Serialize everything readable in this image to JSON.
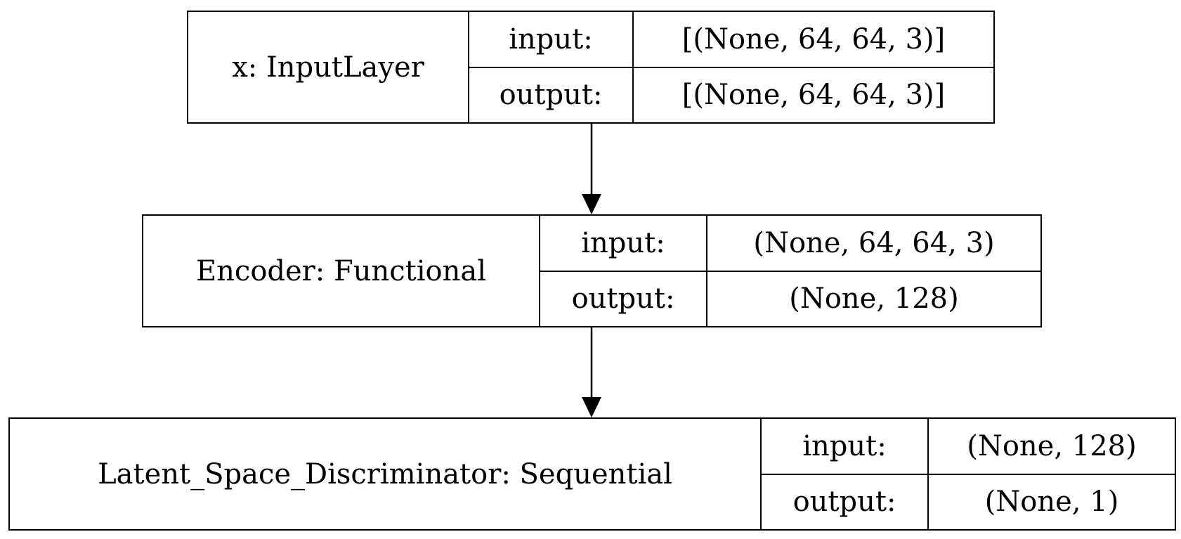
{
  "nodes": [
    {
      "name": "x: InputLayer",
      "input_label": "input:",
      "output_label": "output:",
      "input_shape": "[(None, 64, 64, 3)]",
      "output_shape": "[(None, 64, 64, 3)]"
    },
    {
      "name": "Encoder: Functional",
      "input_label": "input:",
      "output_label": "output:",
      "input_shape": "(None, 64, 64, 3)",
      "output_shape": "(None, 128)"
    },
    {
      "name": "Latent_Space_Discriminator: Sequential",
      "input_label": "input:",
      "output_label": "output:",
      "input_shape": "(None, 128)",
      "output_shape": "(None, 1)"
    }
  ],
  "edges": [
    {
      "from": "x: InputLayer",
      "to": "Encoder: Functional"
    },
    {
      "from": "Encoder: Functional",
      "to": "Latent_Space_Discriminator: Sequential"
    }
  ],
  "colors": {
    "stroke": "#000000",
    "background": "#ffffff"
  }
}
